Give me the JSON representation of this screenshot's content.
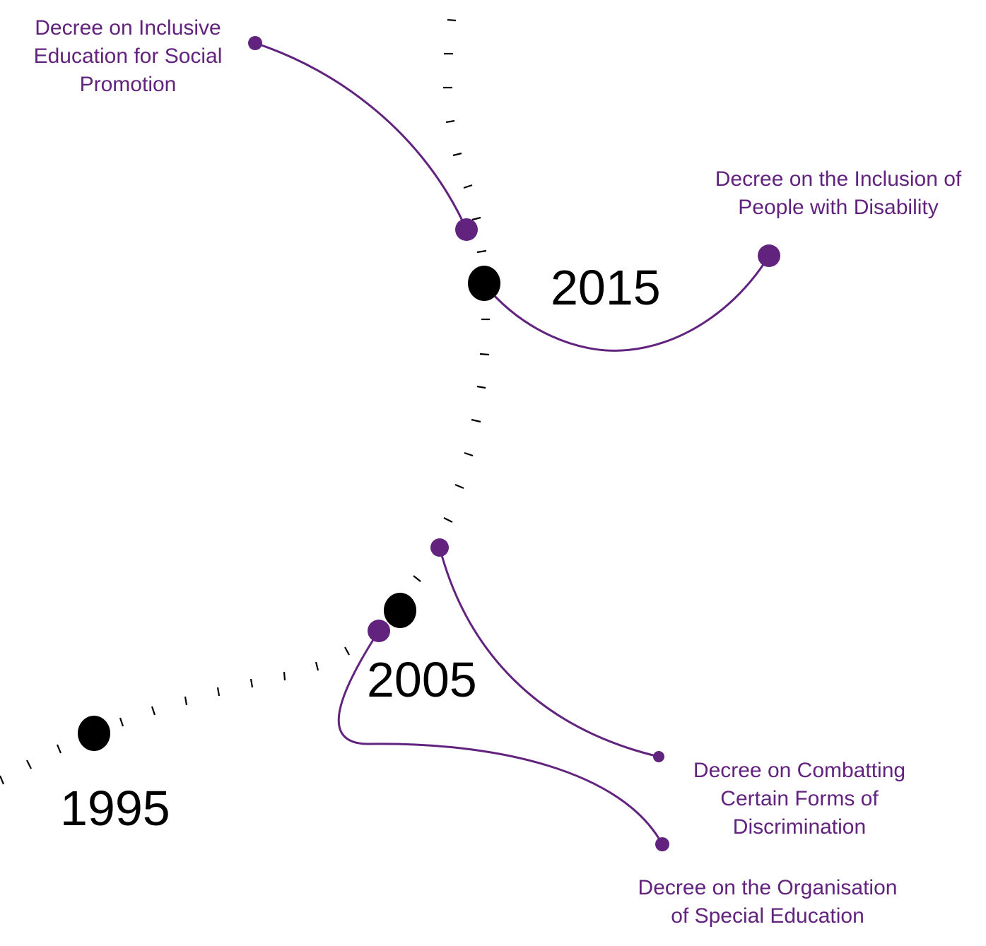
{
  "colors": {
    "event": "#62237f",
    "timeline": "#000000"
  },
  "years": [
    {
      "label": "1995"
    },
    {
      "label": "2005"
    },
    {
      "label": "2015"
    }
  ],
  "events": [
    {
      "lines": [
        "Decree on Inclusive",
        "Education for Social",
        "Promotion"
      ]
    },
    {
      "lines": [
        "Decree on the Inclusion of",
        "People with Disability"
      ]
    },
    {
      "lines": [
        "Decree on Combatting",
        "Certain Forms of",
        "Discrimination"
      ]
    },
    {
      "lines": [
        "Decree on the Organisation",
        "of Special Education"
      ]
    }
  ]
}
